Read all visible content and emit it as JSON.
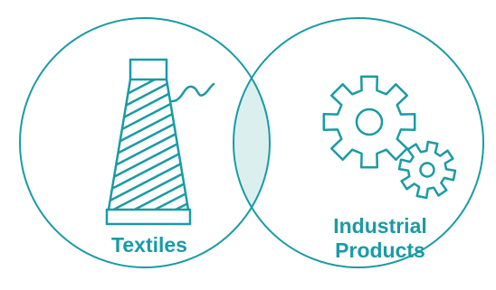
{
  "diagram": {
    "type": "venn",
    "colors": {
      "stroke": "#1a9ba4",
      "overlap_fill": "#dcefef",
      "background": "#ffffff"
    },
    "sets": [
      {
        "id": "textiles",
        "label": "Textiles",
        "icon": "thread-spool-icon"
      },
      {
        "id": "industrial-products",
        "label_lines": [
          "Industrial",
          "Products"
        ],
        "icon": "gears-icon"
      }
    ],
    "overlap": {
      "sets": [
        "textiles",
        "industrial-products"
      ],
      "highlighted": true
    }
  }
}
